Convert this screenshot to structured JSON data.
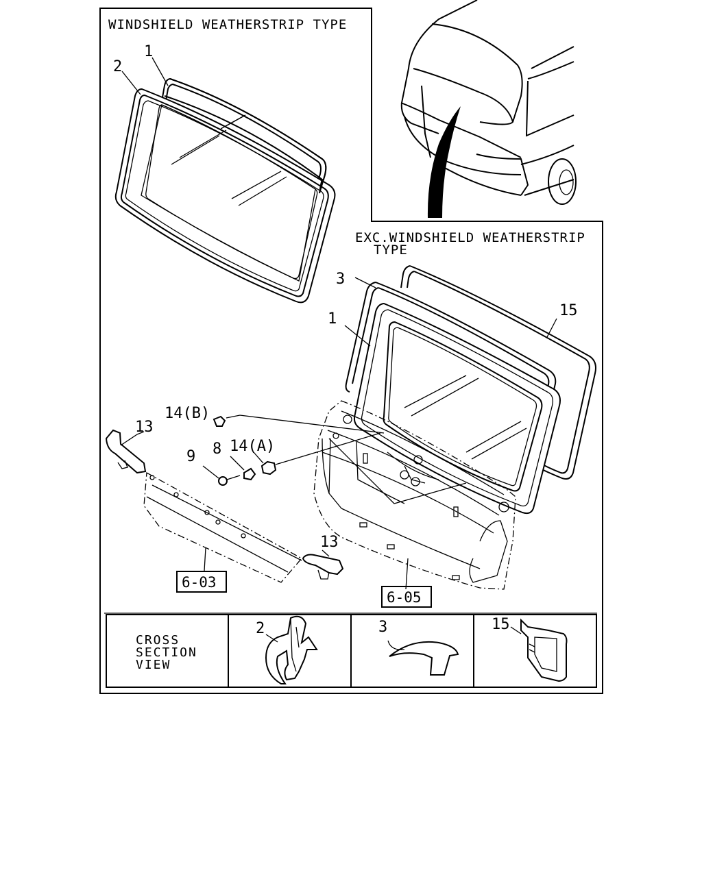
{
  "diagram": {
    "header_windshield_type": "WINDSHIELD WEATHERSTRIP TYPE",
    "header_exc_line1": "EXC.WINDSHIELD WEATHERSTRIP",
    "header_exc_line2": "TYPE",
    "callouts": {
      "c1_top": "1",
      "c2_top": "2",
      "c3": "3",
      "c1_lower": "1",
      "c15": "15",
      "c14b": "14(B)",
      "c14a": "14(A)",
      "c13_left": "13",
      "c13_right": "13",
      "c9": "9",
      "c8": "8"
    },
    "refs": {
      "ref_603": "6-03",
      "ref_605": "6-05"
    },
    "cross_section": {
      "line1": "CROSS",
      "line2": "SECTION",
      "line3": "VIEW",
      "label_2": "2",
      "label_3": "3",
      "label_15": "15"
    }
  }
}
